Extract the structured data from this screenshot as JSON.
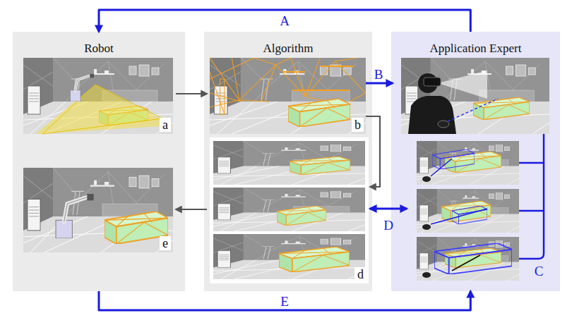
{
  "diagram": {
    "nodes": [
      {
        "text": [
          "Robot"
        ]
      },
      {
        "text": [
          "a"
        ],
        "in": 0
      },
      {
        "text": [
          "e"
        ],
        "in": 0
      },
      {
        "text": [
          "Algorithm"
        ]
      },
      {
        "text": [
          "b"
        ],
        "in": 3
      },
      {
        "text": [
          "d"
        ],
        "in": 3
      },
      {
        "text": [
          "Application Expert"
        ]
      }
    ],
    "edges": [
      {
        "from": 6,
        "to": 0,
        "label": "A",
        "arrow": "to"
      },
      {
        "from": 4,
        "to": 6,
        "label": "B",
        "arrow": "to"
      },
      {
        "from": 5,
        "to": 6,
        "label": "D",
        "arrow": "both"
      },
      {
        "from": 0,
        "to": 6,
        "label": "E",
        "arrow": "to"
      },
      {
        "from": 1,
        "to": 4,
        "arrow": "to"
      },
      {
        "from": 4,
        "to": 5,
        "arrow": "to"
      },
      {
        "from": 5,
        "to": 2,
        "arrow": "to"
      }
    ],
    "labels": [
      "C"
    ]
  }
}
